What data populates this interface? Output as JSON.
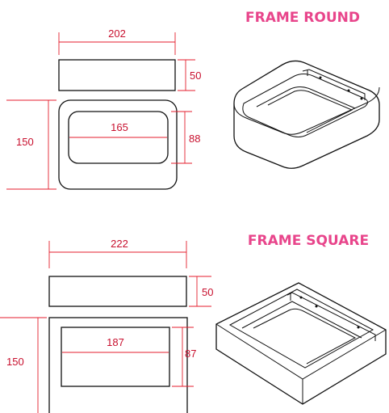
{
  "round": {
    "title": "FRAME ROUND",
    "width": "202",
    "height": "50",
    "depth": "150",
    "inner_width": "165",
    "inner_height": "88"
  },
  "square": {
    "title": "FRAME SQUARE",
    "width": "222",
    "height": "50",
    "depth": "150",
    "inner_width": "187",
    "inner_height": "87"
  },
  "colors": {
    "title": "#e8458b",
    "dimension": "#e41e2d",
    "outline": "#111111"
  }
}
